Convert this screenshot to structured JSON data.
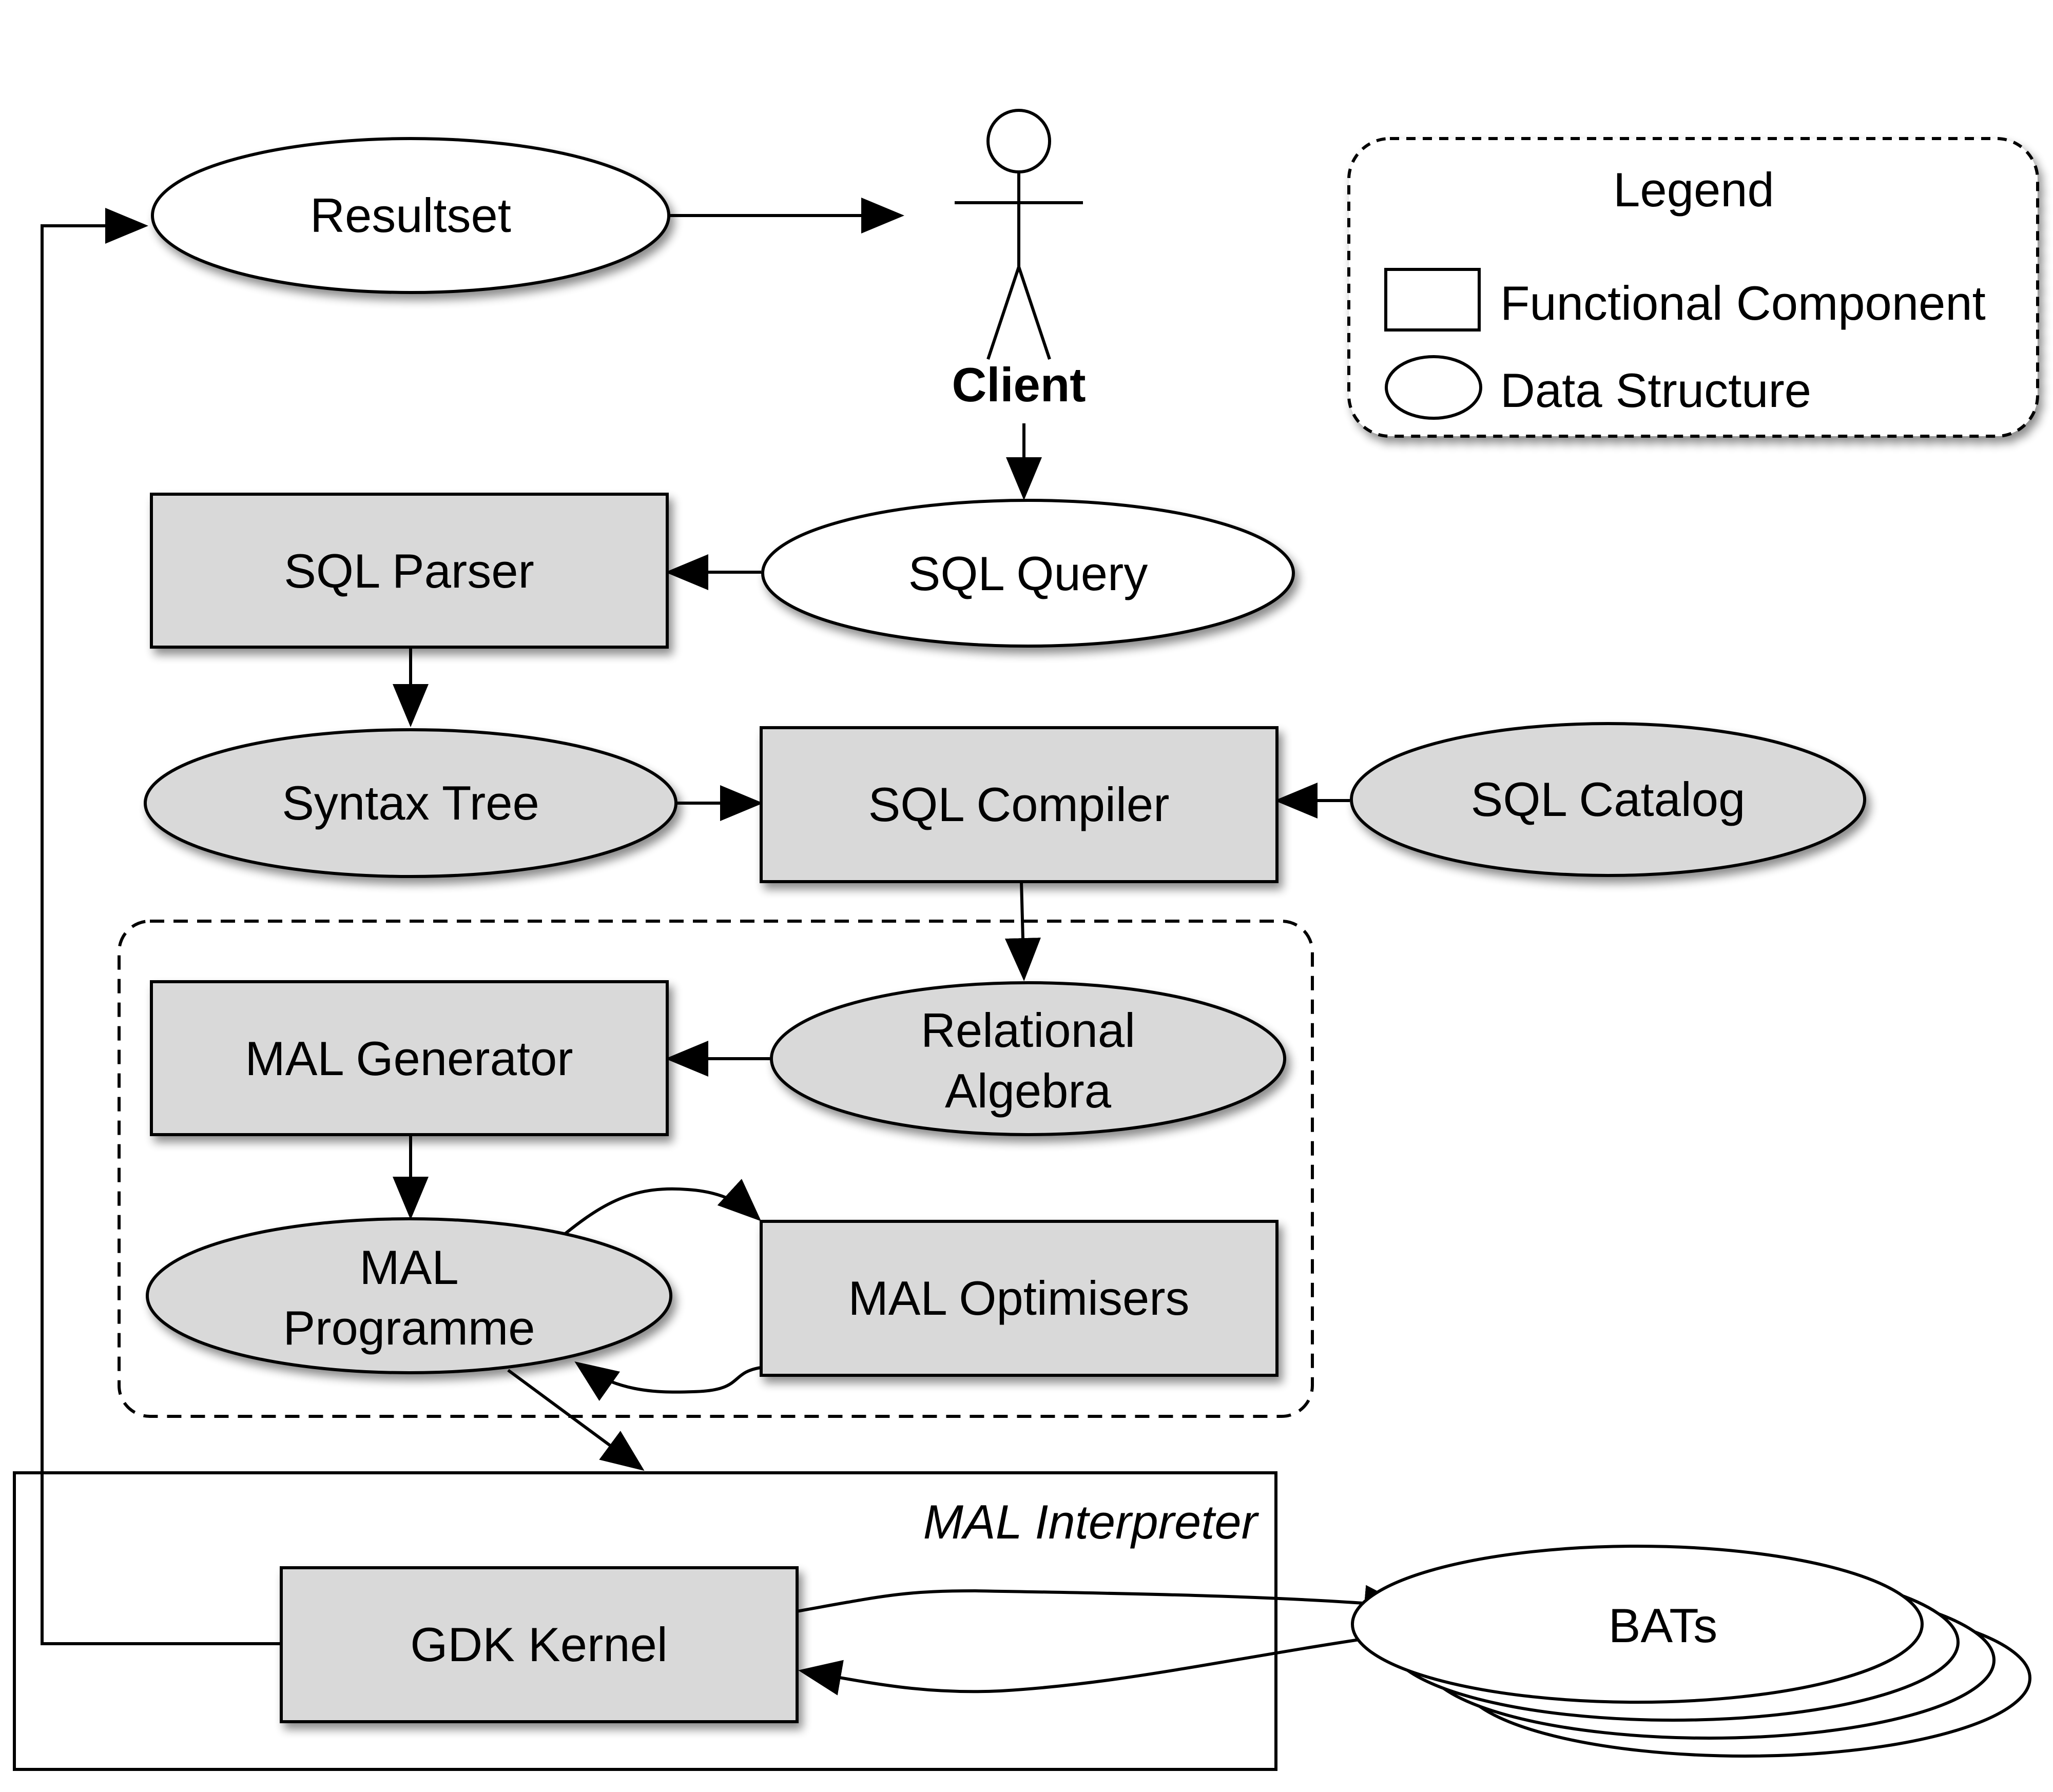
{
  "colors": {
    "component_fill": "#d9d9d9",
    "data_fill_gray": "#d9d9d9",
    "data_fill_white": "#ffffff",
    "stroke": "#000000"
  },
  "nodes": {
    "resultset": "Resultset",
    "client": "Client",
    "sql_query": "SQL Query",
    "sql_parser": "SQL Parser",
    "syntax_tree": "Syntax Tree",
    "sql_compiler": "SQL Compiler",
    "sql_catalog": "SQL Catalog",
    "relational_algebra": [
      "Relational",
      "Algebra"
    ],
    "mal_generator": "MAL Generator",
    "mal_programme": [
      "MAL",
      "Programme"
    ],
    "mal_optimisers": "MAL Optimisers",
    "mal_interpreter": "MAL Interpreter",
    "gdk_kernel": "GDK Kernel",
    "bats": "BATs"
  },
  "legend": {
    "title": "Legend",
    "items": [
      {
        "label": "Functional Component",
        "shape": "rectangle"
      },
      {
        "label": "Data Structure",
        "shape": "ellipse"
      }
    ]
  }
}
